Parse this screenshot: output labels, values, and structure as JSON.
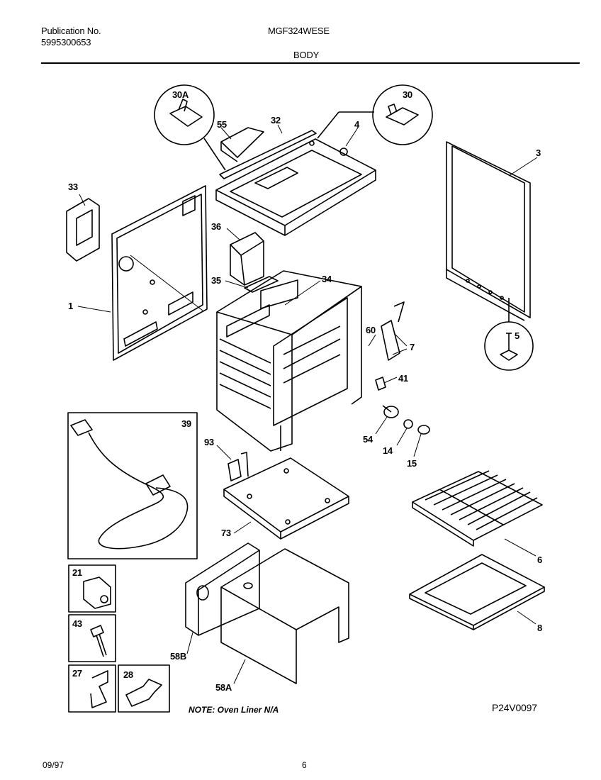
{
  "header": {
    "publication_label": "Publication No.",
    "publication_number": "5995300653",
    "model": "MGF324WESE",
    "section": "BODY"
  },
  "parts": {
    "p30A": "30A",
    "p30": "30",
    "p55": "55",
    "p32": "32",
    "p4": "4",
    "p3": "3",
    "p33": "33",
    "p36": "36",
    "p35": "35",
    "p34": "34",
    "p1": "1",
    "p60": "60",
    "p7": "7",
    "p5": "5",
    "p41": "41",
    "p39": "39",
    "p93": "93",
    "p54": "54",
    "p14": "14",
    "p15": "15",
    "p73": "73",
    "p6": "6",
    "p8": "8",
    "p21": "21",
    "p43": "43",
    "p27": "27",
    "p28": "28",
    "p58B": "58B",
    "p58A": "58A"
  },
  "note": "NOTE: Oven Liner N/A",
  "drawing_code": "P24V0097",
  "footer": {
    "date": "09/97",
    "page": "6"
  }
}
